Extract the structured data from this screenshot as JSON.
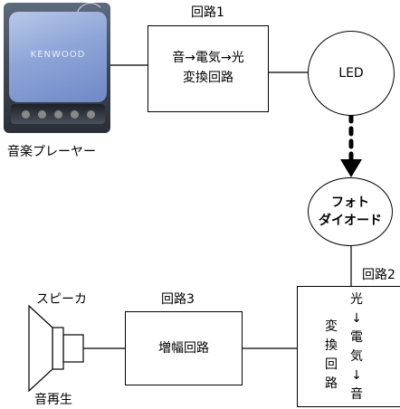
{
  "player": {
    "label": "音楽プレーヤー",
    "brand_text": "KENWOOD",
    "icon": "portable-cd-player-photo"
  },
  "circuit1": {
    "title": "回路1",
    "lines": [
      "音→電気→光",
      "変換回路"
    ]
  },
  "led": {
    "label": "LED"
  },
  "photodiode": {
    "lines": [
      "フォト",
      "ダイオード"
    ]
  },
  "circuit2": {
    "title": "回路2",
    "col_left": [
      "変",
      "換",
      "回",
      "路"
    ],
    "col_right": [
      "光",
      "↓",
      "電",
      "気",
      "↓",
      "音"
    ]
  },
  "circuit3": {
    "title": "回路3",
    "label": "増幅回路"
  },
  "speaker": {
    "label": "スピーカ",
    "caption": "音再生",
    "icon": "speaker-icon"
  },
  "colors": {
    "line": "#000000",
    "background": "#ffffff",
    "player_body": "#3c4553",
    "player_disc": "#8ea5d7"
  }
}
